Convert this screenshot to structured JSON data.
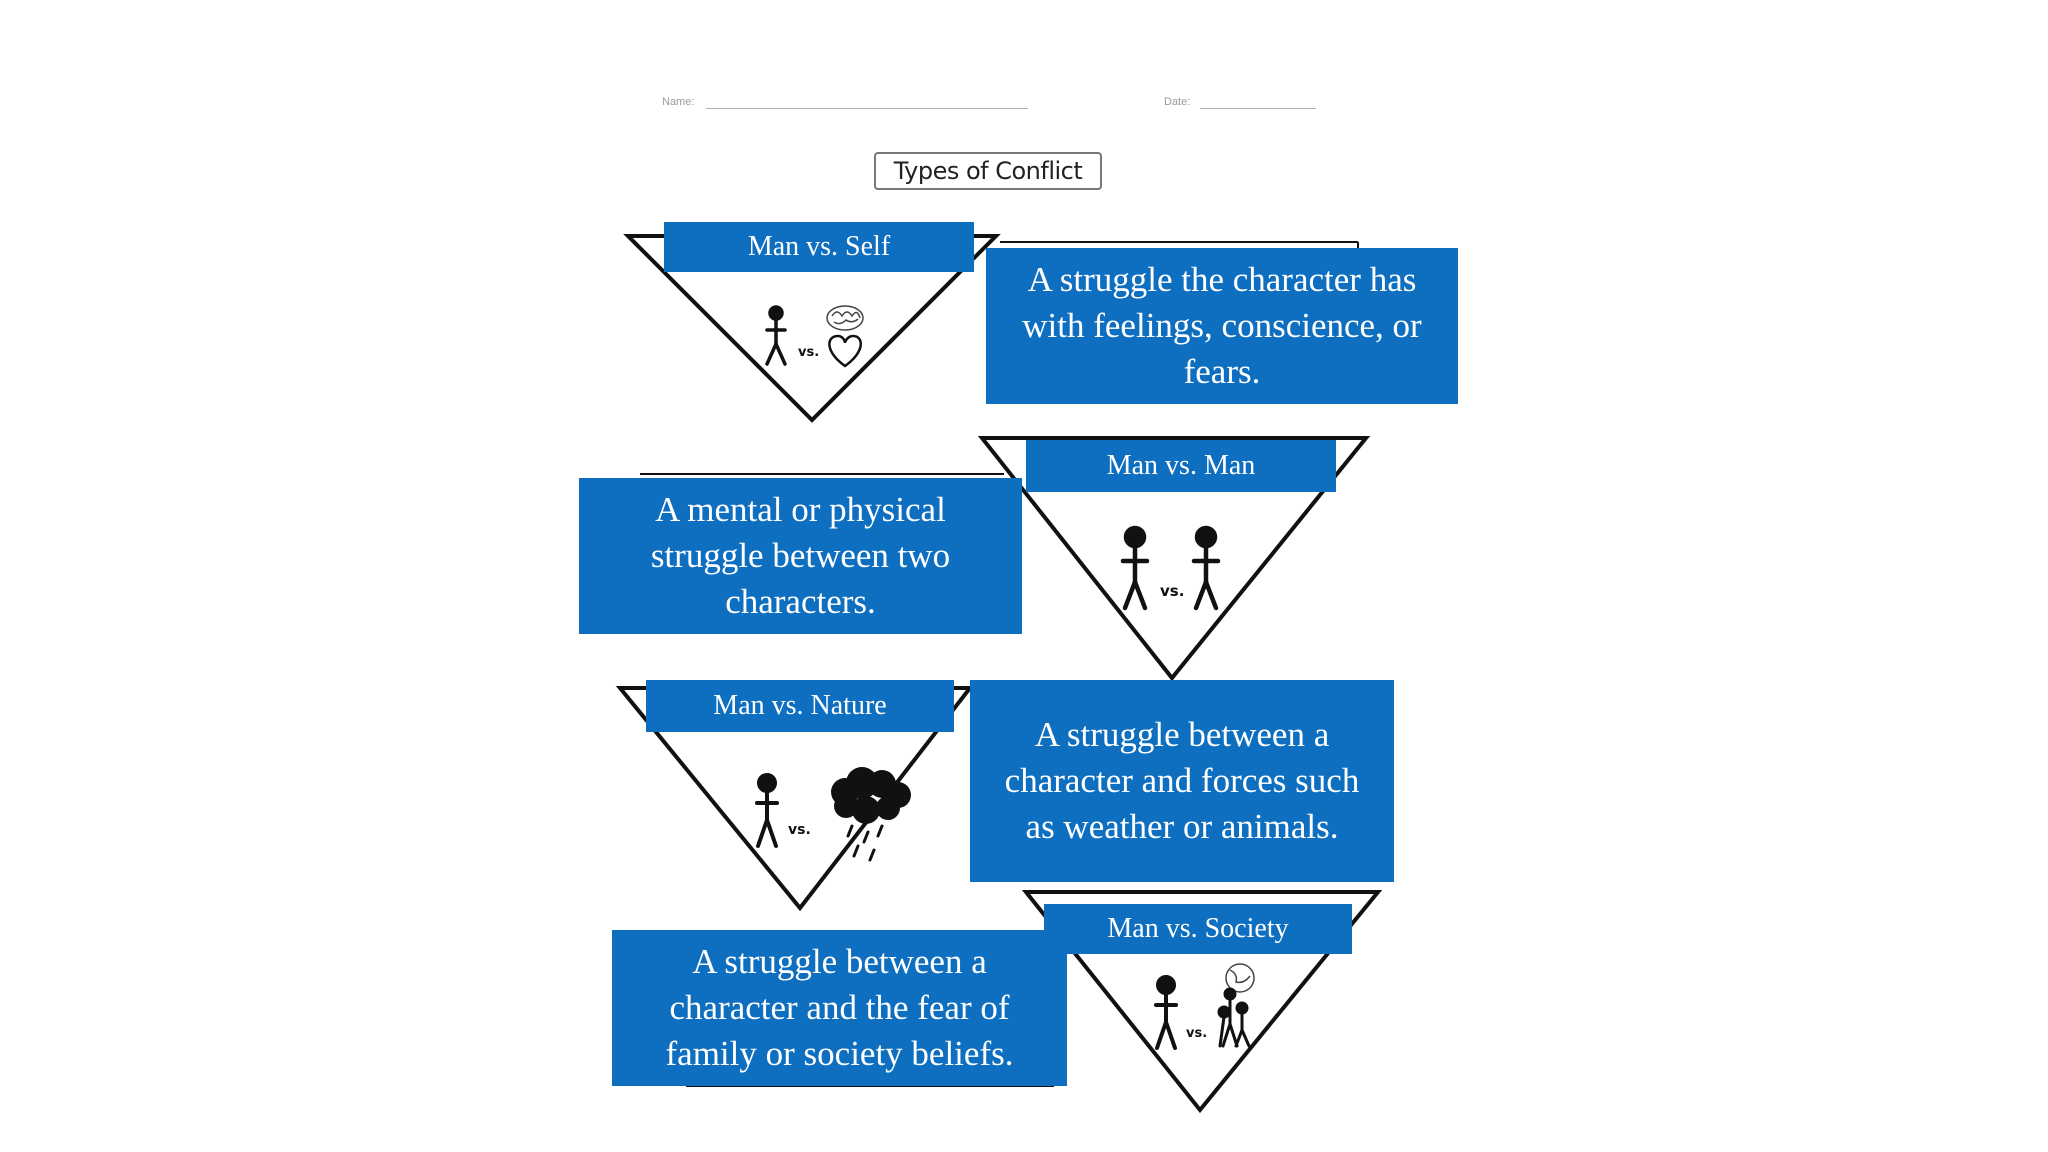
{
  "worksheet": {
    "name_label": "Name:",
    "date_label": "Date:",
    "title": "Types of Conflict"
  },
  "conflicts": [
    {
      "label": "Man vs. Self",
      "description": "A struggle the character has with feelings, conscience, or fears.",
      "icon": "person-vs-brain-heart"
    },
    {
      "label": "Man vs. Man",
      "description": "A mental or physical struggle between two characters.",
      "icon": "person-vs-person"
    },
    {
      "label": "Man vs. Nature",
      "description": "A struggle between a character and forces such as weather or animals.",
      "icon": "person-vs-storm-cloud"
    },
    {
      "label": "Man vs. Society",
      "description": "A struggle between a character and the fear of family or society beliefs.",
      "icon": "person-vs-globe-crowd"
    }
  ],
  "vs_text": "vs.",
  "colors": {
    "accent": "#0e6fc1",
    "text_on_accent": "#ffffff"
  }
}
